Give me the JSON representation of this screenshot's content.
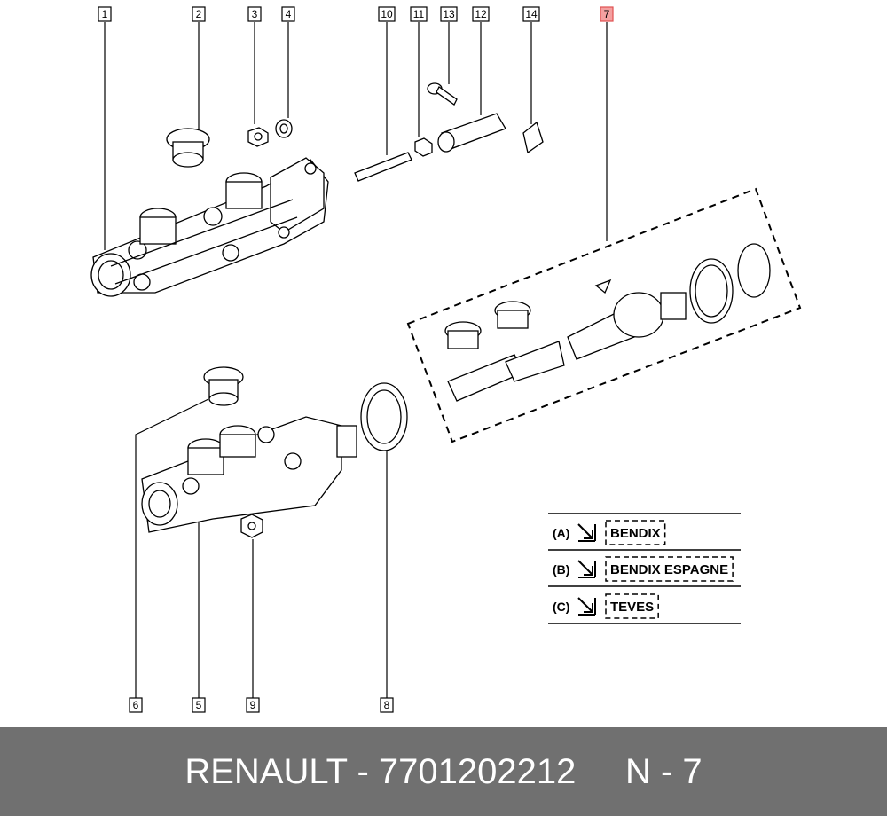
{
  "callouts": [
    {
      "label": "1"
    },
    {
      "label": "2"
    },
    {
      "label": "3"
    },
    {
      "label": "4"
    },
    {
      "label": "10"
    },
    {
      "label": "11"
    },
    {
      "label": "13"
    },
    {
      "label": "12"
    },
    {
      "label": "14"
    },
    {
      "label": "7",
      "highlight": true
    },
    {
      "label": "6"
    },
    {
      "label": "5"
    },
    {
      "label": "9"
    },
    {
      "label": "8"
    }
  ],
  "legend": {
    "rows": [
      {
        "letter": "(A)",
        "brand": "BENDIX"
      },
      {
        "letter": "(B)",
        "brand": "BENDIX ESPAGNE"
      },
      {
        "letter": "(C)",
        "brand": "TEVES"
      }
    ]
  },
  "footer": {
    "brand": "RENAULT",
    "separator": " - ",
    "part_number": "7701202212",
    "gap": "     ",
    "ref": "N - 7"
  },
  "colors": {
    "highlight_fill": "#f4a0a0",
    "highlight_border": "#e05050",
    "footer_bg": "#707070"
  }
}
